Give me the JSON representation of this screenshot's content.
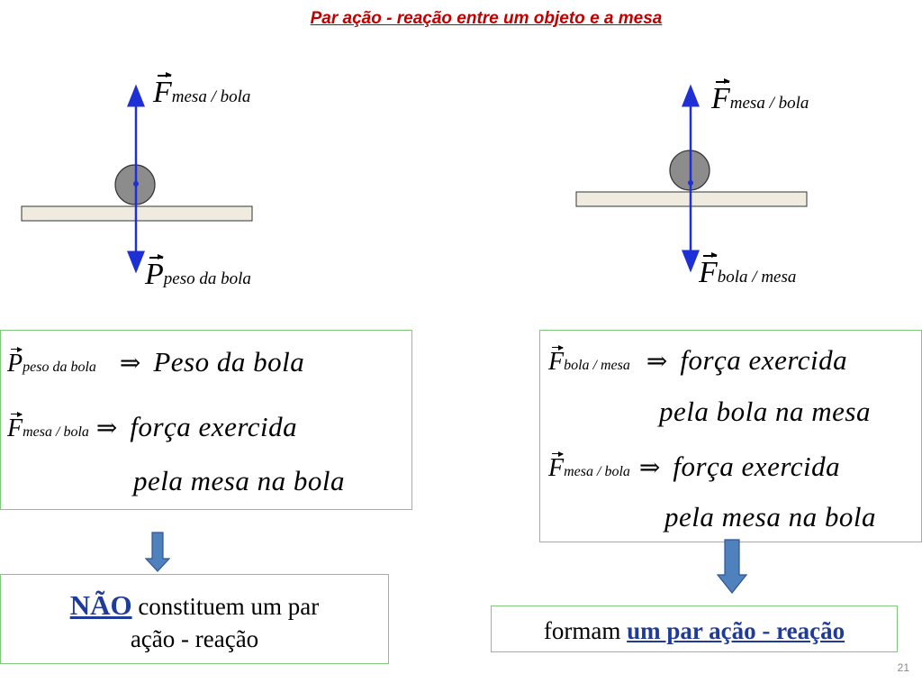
{
  "title": "Par ação - reação entre um objeto e a mesa",
  "page_number": "21",
  "colors": {
    "title": "#c00000",
    "force_arrow": "#1f2fd6",
    "ball": "#8c8c8c",
    "table": "#efebdf",
    "box_border": "#7ec97e",
    "block_arrow": "#4f81bd",
    "emphasis": "#1f3b99"
  },
  "left_diagram": {
    "top_label": {
      "symbol": "F",
      "sub": "mesa / bola"
    },
    "bottom_label": {
      "symbol": "P",
      "sub": "peso  da bola"
    }
  },
  "right_diagram": {
    "top_label": {
      "symbol": "F",
      "sub": "mesa / bola"
    },
    "bottom_label": {
      "symbol": "F",
      "sub": "bola / mesa"
    }
  },
  "left_box": {
    "row1": {
      "symbol": "P",
      "sub": "peso  da bola",
      "arrow": "⇒",
      "text": "Peso da bola"
    },
    "row2": {
      "symbol": "F",
      "sub": "mesa / bola",
      "arrow": "⇒",
      "text": "força exercida"
    },
    "row3": {
      "text": "pela mesa na bola"
    }
  },
  "right_box": {
    "row1": {
      "symbol": "F",
      "sub": "bola / mesa",
      "arrow": "⇒",
      "text": "força exercida"
    },
    "row2": {
      "text": "pela bola na mesa"
    },
    "row3": {
      "symbol": "F",
      "sub": "mesa / bola",
      "arrow": "⇒",
      "text": "força exercida"
    },
    "row4": {
      "text": "pela mesa na bola"
    }
  },
  "left_result": {
    "emphasis": "NÃO",
    "line1": " constituem um par",
    "line2": "ação - reação"
  },
  "right_result": {
    "prefix": "formam ",
    "emphasis": "um par ação - reação"
  }
}
